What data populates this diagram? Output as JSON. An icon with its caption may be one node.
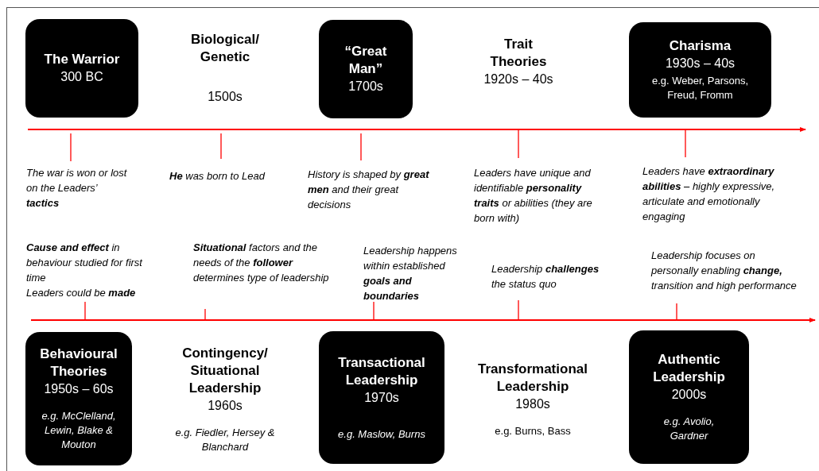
{
  "diagram": {
    "nodes": [
      {
        "text": [
          "The Warrior",
          "300 BC"
        ]
      },
      {
        "text": [
          "Biological/ Genetic",
          "1500s"
        ]
      },
      {
        "text": [
          "“Great Man”",
          "1700s"
        ]
      },
      {
        "text": [
          "Trait Theories",
          "1920s – 40s"
        ]
      },
      {
        "text": [
          "Charisma",
          "1930s – 40s",
          "e.g. Weber, Parsons, Freud, Fromm"
        ]
      },
      {
        "text": [
          "Behavioural Theories",
          "1950s – 60s",
          "e.g. McClelland, Lewin, Blake & Mouton"
        ]
      },
      {
        "text": [
          "Contingency/ Situational Leadership",
          "1960s",
          "e.g. Fiedler, Hersey & Blanchard"
        ]
      },
      {
        "text": [
          "Transactional Leadership",
          "1970s",
          "e.g. Maslow, Burns"
        ]
      },
      {
        "text": [
          "Transformational Leadership",
          "1980s",
          "e.g. Burns, Bass"
        ]
      },
      {
        "text": [
          "Authentic Leadership",
          "2000s",
          "e.g. Avolio, Gardner"
        ]
      }
    ],
    "labels": [
      "The war is won or lost on the Leaders’ **tactics**",
      "**He** was born to Lead",
      "History is shaped by **great men** and their great decisions",
      "Leaders have unique and identifiable **personality traits** or abilities (they are born with)",
      "Leaders have **extraordinary abilities** – highly expressive, articulate and emotionally engaging",
      "**Cause and effect** in behaviour studied for first time",
      "Leaders could be **made**",
      "**Situational** factors and the needs of the **follower** determines type of leadership",
      "Leadership happens within established **goals and boundaries**",
      "Leadership **challenges** the status quo",
      "Leadership focuses on personally enabling **change,** transition and high performance"
    ]
  }
}
